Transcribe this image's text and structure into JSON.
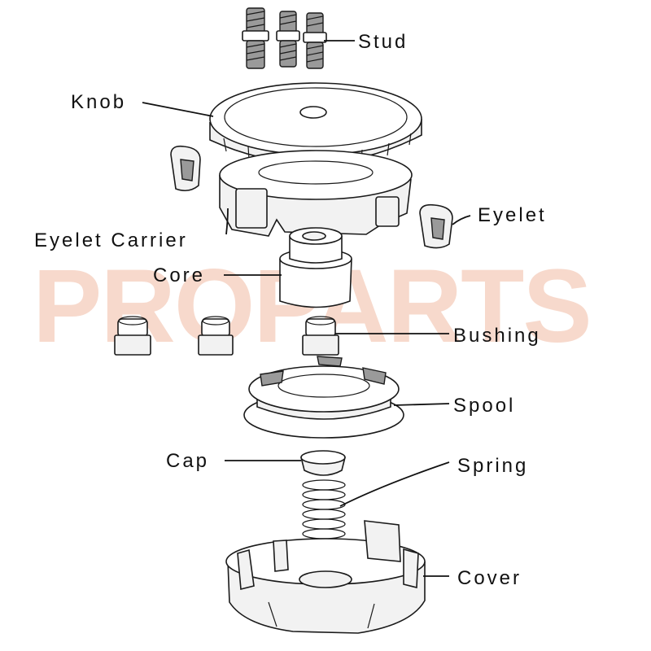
{
  "watermark": {
    "text": "PROPARTS",
    "color": "#f7d9cc"
  },
  "labels": {
    "stud": "Stud",
    "knob": "Knob",
    "eyelet": "Eyelet",
    "eyelet_carrier": "Eyelet Carrier",
    "core": "Core",
    "bushing": "Bushing",
    "spool": "Spool",
    "cap": "Cap",
    "spring": "Spring",
    "cover": "Cover"
  }
}
